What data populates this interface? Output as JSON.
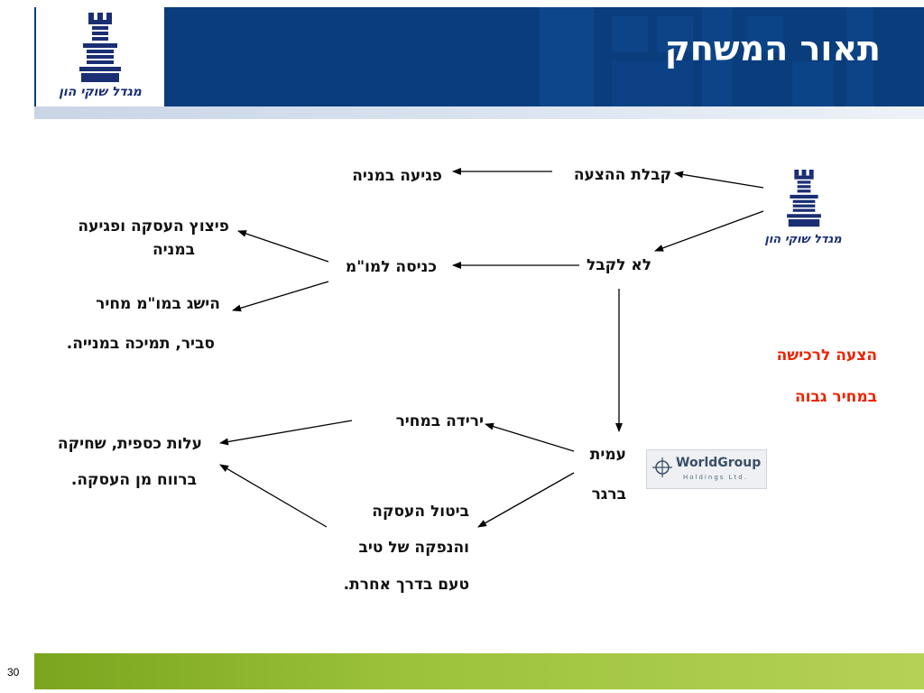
{
  "slide": {
    "title": "תאור המשחק",
    "page_number": "30"
  },
  "logos": {
    "migdal_text": "מגדל שוקי הון",
    "worldgroup_name": "WorldGroup",
    "worldgroup_sub": "Holdings Ltd."
  },
  "colors": {
    "header_blue": "#0a3d7c",
    "accent_red": "#ee2200",
    "footer_green": "#8cb52c"
  },
  "diagram": {
    "nodes": {
      "accept_offer": "קבלת ההצעה",
      "harm_company": "פגיעה במניה",
      "reject": "לא לקבל",
      "enter_negotiation": "כניסה למו\"מ",
      "breakup_line1": "פיצוץ העסקה ופגיעה",
      "breakup_line2": "במניה",
      "reach_price_line1": "הישג במו\"מ מחיר",
      "reach_price_line2": "סביר, תמיכה במנייה.",
      "acquisition_line1": "הצעה לרכישה",
      "acquisition_line2": "במחיר גבוה",
      "price_drop": "ירידה במחיר",
      "costs_line1": "עלות כספית, שחיקה",
      "costs_line2": "ברווח מן העסקה.",
      "amit_line1": "עמית",
      "amit_line2": "ברגר",
      "cancel_line1": "ביטול העסקה",
      "cancel_line2": "והנפקה של טיב",
      "cancel_line3": "טעם בדרך אחרת."
    }
  }
}
